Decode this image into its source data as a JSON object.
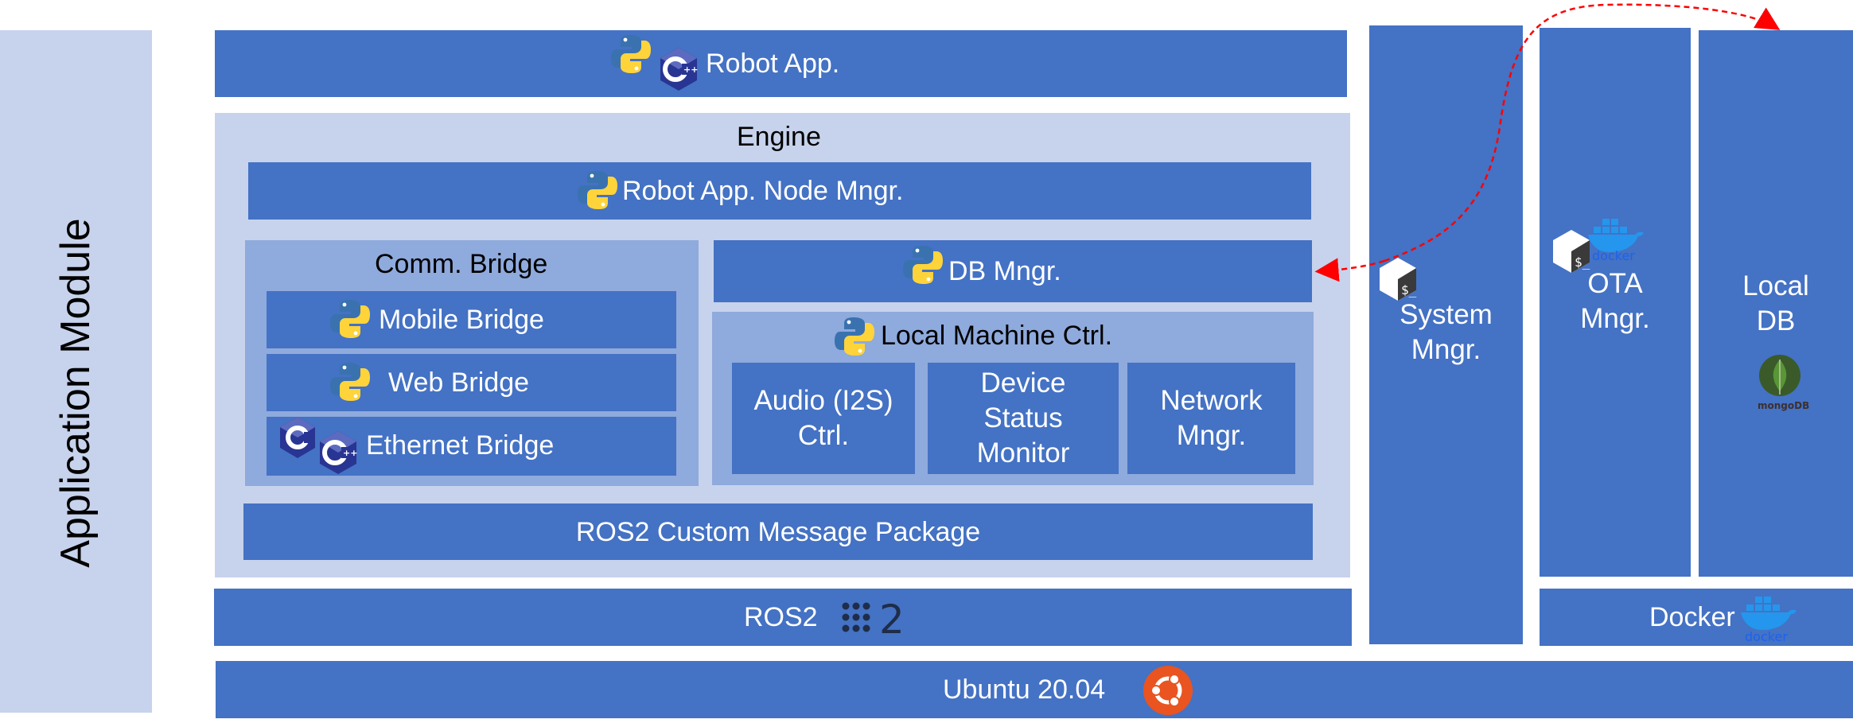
{
  "side_label": "Application Module",
  "robot_app": "Robot App.",
  "engine": {
    "title": "Engine",
    "node_mngr": "Robot App. Node Mngr.",
    "comm_bridge": {
      "title": "Comm. Bridge",
      "items": [
        "Mobile Bridge",
        "Web Bridge",
        "Ethernet Bridge"
      ]
    },
    "db_mngr": "DB Mngr.",
    "local_machine": {
      "title": "Local Machine Ctrl.",
      "items": [
        {
          "line1": "Audio (I2S)",
          "line2": "Ctrl.",
          "line3": ""
        },
        {
          "line1": "Device",
          "line2": "Status",
          "line3": "Monitor"
        },
        {
          "line1": "Network",
          "line2": "Mngr.",
          "line3": ""
        }
      ]
    },
    "ros2_msg": "ROS2 Custom Message Package"
  },
  "ros2": "ROS2",
  "ros2_logo_digit": "2",
  "ubuntu": "Ubuntu 20.04",
  "system_mngr": {
    "line1": "System",
    "line2": "Mngr."
  },
  "ota_mngr": {
    "line1": "OTA",
    "line2": "Mngr."
  },
  "local_db": {
    "line1": "Local",
    "line2": "DB"
  },
  "docker": "Docker",
  "logo_text": {
    "docker": "docker",
    "mongodb": "mongoDB"
  },
  "colors": {
    "dark_blue": "#4472c4",
    "mid_blue": "#8faadc",
    "light_blue": "#c7d3ec",
    "arrow_red": "#ff0000",
    "ubuntu_orange": "#e95420"
  }
}
